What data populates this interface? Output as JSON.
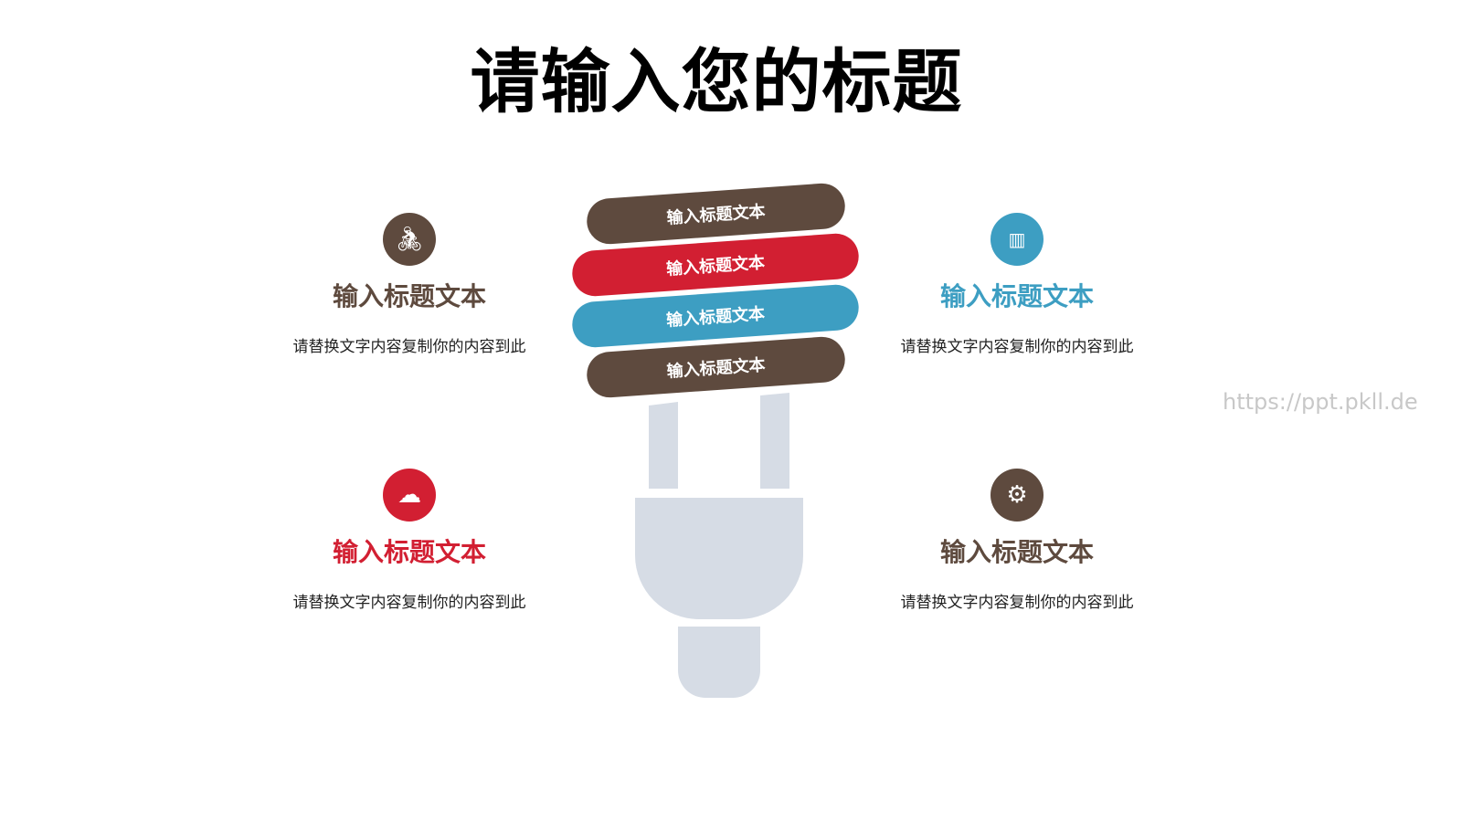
{
  "title": "请输入您的标题",
  "colors": {
    "brown": "#5e4a3e",
    "red": "#d21f32",
    "blue": "#3d9ec2",
    "plug": "#d6dce5"
  },
  "bars": [
    {
      "label": "输入标题文本",
      "color": "brown"
    },
    {
      "label": "输入标题文本",
      "color": "red"
    },
    {
      "label": "输入标题文本",
      "color": "blue"
    },
    {
      "label": "输入标题文本",
      "color": "brown"
    }
  ],
  "blocks": [
    {
      "icon": "bicycle-icon",
      "heading": "输入标题文本",
      "desc": "请替换文字内容复制你的内容到此",
      "color": "#5e4a3e"
    },
    {
      "icon": "presentation-chart-icon",
      "heading": "输入标题文本",
      "desc": "请替换文字内容复制你的内容到此",
      "color": "#3d9ec2"
    },
    {
      "icon": "cloud-icon",
      "heading": "输入标题文本",
      "desc": "请替换文字内容复制你的内容到此",
      "color": "#d21f32"
    },
    {
      "icon": "gear-icon",
      "heading": "输入标题文本",
      "desc": "请替换文字内容复制你的内容到此",
      "color": "#5e4a3e"
    }
  ],
  "watermark": "https://ppt.pkll.de"
}
